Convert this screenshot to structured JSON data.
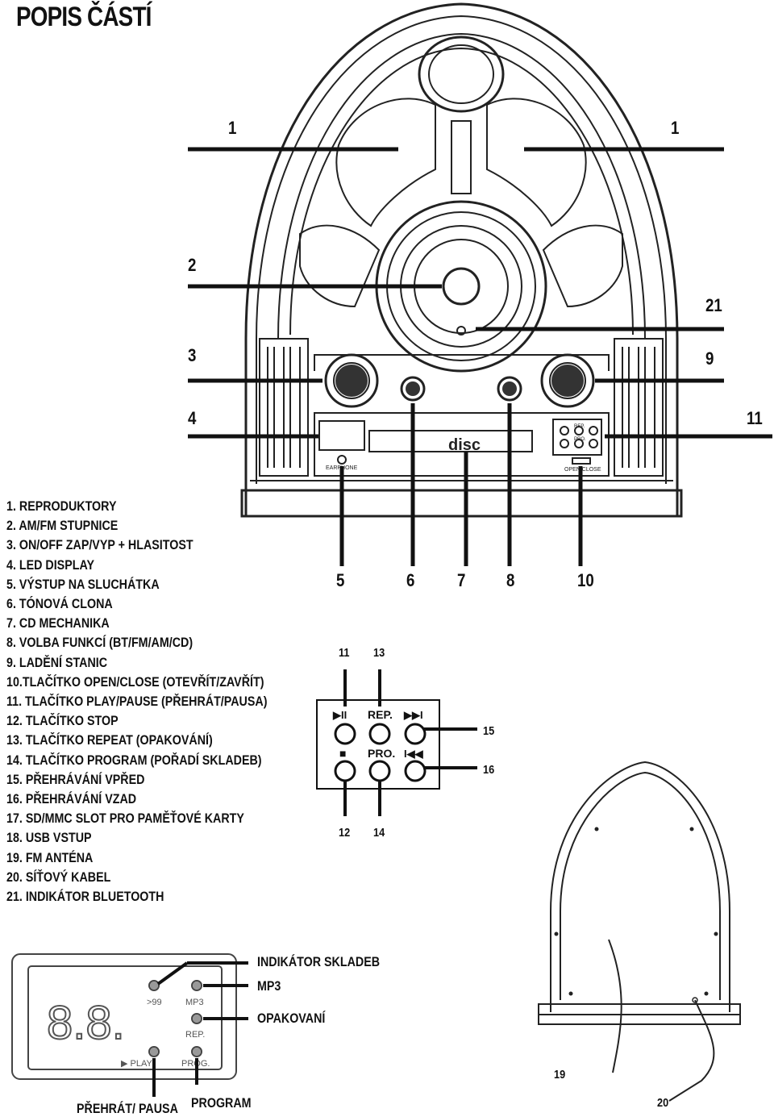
{
  "title": "POPIS ČÁSTÍ",
  "parts": [
    "1. REPRODUKTORY",
    "2. AM/FM STUPNICE",
    "3. ON/OFF ZAP/VYP + HLASITOST",
    "4. LED DISPLAY",
    "5. VÝSTUP NA SLUCHÁTKA",
    "6. TÓNOVÁ CLONA",
    "7. CD MECHANIKA",
    "8. VOLBA FUNKCÍ (BT/FM/AM/CD)",
    "9. LADĚNÍ STANIC",
    "10.TLAČÍTKO OPEN/CLOSE (OTEVŘÍT/ZAVŘÍT)",
    "11. TLAČÍTKO PLAY/PAUSE (PŘEHRÁT/PAUSA)",
    "12. TLAČÍTKO STOP",
    "13. TLAČÍTKO REPEAT (OPAKOVÁNÍ)",
    "14. TLAČÍTKO PROGRAM  (POŘADÍ SKLADEB)",
    "15. PŘEHRÁVÁNÍ VPŘED",
    "16. PŘEHRÁVÁNÍ VZAD",
    "17. SD/MMC SLOT PRO PAMĚŤOVÉ KARTY",
    "18. USB VSTUP",
    "19. FM ANTÉNA",
    "20. SÍŤOVÝ KABEL",
    "21. INDIKÁTOR BLUETOOTH"
  ],
  "callouts": {
    "n1a": "1",
    "n1b": "1",
    "n2": "2",
    "n21": "21",
    "n3": "3",
    "n9": "9",
    "n4": "4",
    "n11": "11",
    "n5": "5",
    "n6": "6",
    "n7": "7",
    "n8": "8",
    "n10": "10",
    "b11": "11",
    "b13": "13",
    "b12": "12",
    "b14": "14",
    "b15": "15",
    "b16": "16",
    "b19": "19",
    "b20": "20"
  },
  "radio_panel": {
    "earphone": "EARPHONE",
    "openclose": "OPEN/CLOSE",
    "rep_small": "REP.",
    "pro_small": "PRO.",
    "disc_logo": "disc"
  },
  "button_panel": {
    "rep": "REP.",
    "pro": "PRO.",
    "play_pause": "▶II",
    "stop": "■",
    "next": "▶▶I",
    "prev": "I◀◀"
  },
  "display": {
    "digits": "8.8.",
    "over99": ">99",
    "mp3": "MP3",
    "rep": "REP.",
    "play": "▶ PLAY",
    "prog": "PROG."
  },
  "display_labels": {
    "track_indicator": "INDIKÁTOR SKLADEB",
    "mp3": "MP3",
    "repeat": "OPAKOVANÍ",
    "play_pause": "PŘEHRÁT/ PAUSA",
    "program": "PROGRAM"
  }
}
